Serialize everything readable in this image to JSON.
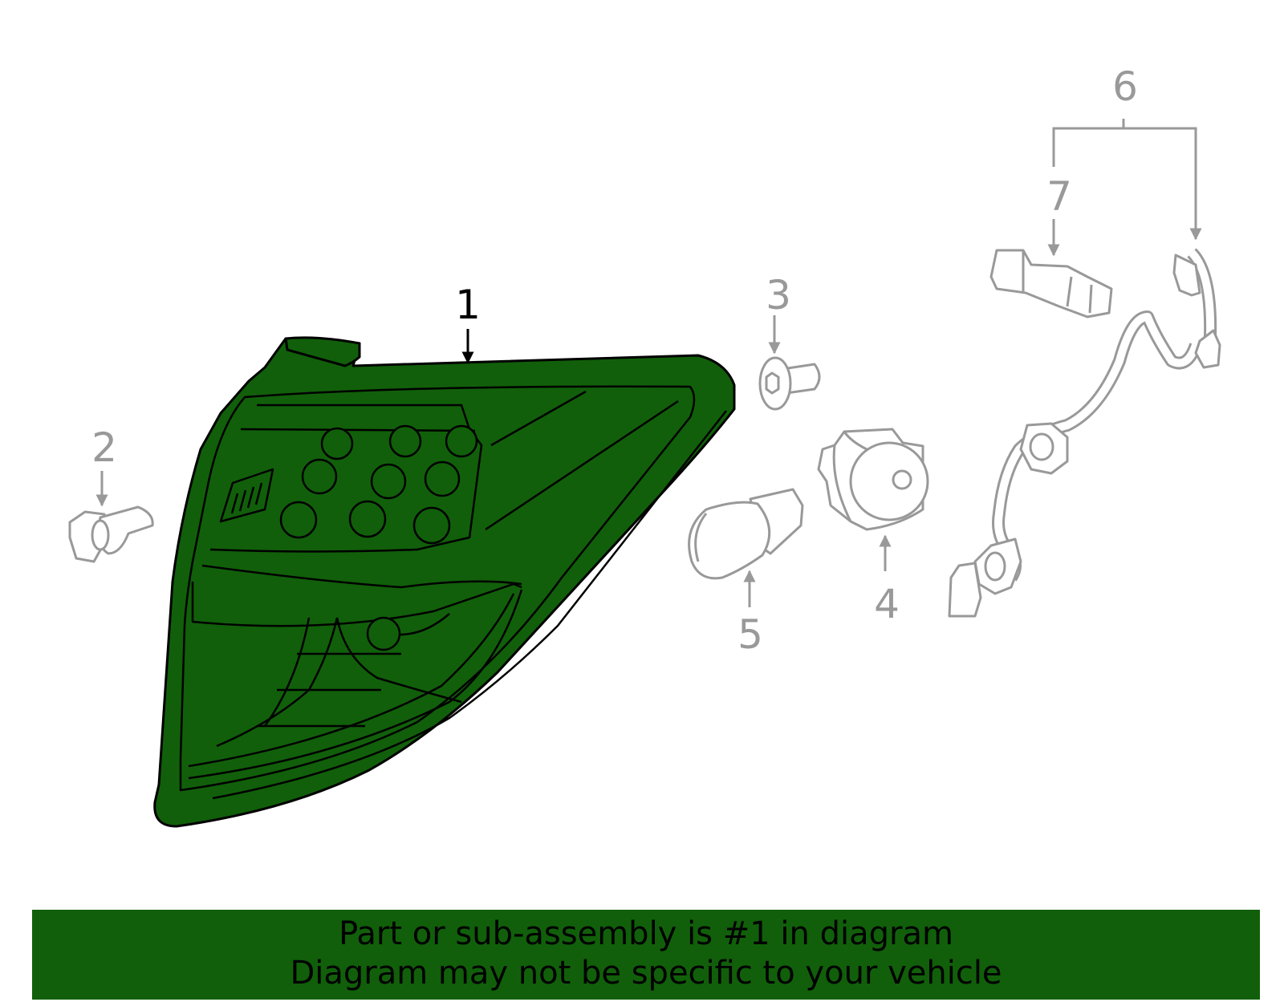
{
  "colors": {
    "highlight": "#115f0a",
    "other_parts": "#999999",
    "outline": "#000000"
  },
  "callouts": [
    {
      "number": "1",
      "highlighted": true
    },
    {
      "number": "2",
      "highlighted": false
    },
    {
      "number": "3",
      "highlighted": false
    },
    {
      "number": "4",
      "highlighted": false
    },
    {
      "number": "5",
      "highlighted": false
    },
    {
      "number": "6",
      "highlighted": false
    },
    {
      "number": "7",
      "highlighted": false
    }
  ],
  "banner": {
    "line1": "Part or sub-assembly is #1 in diagram",
    "line2": "Diagram may not be specific to your vehicle"
  }
}
